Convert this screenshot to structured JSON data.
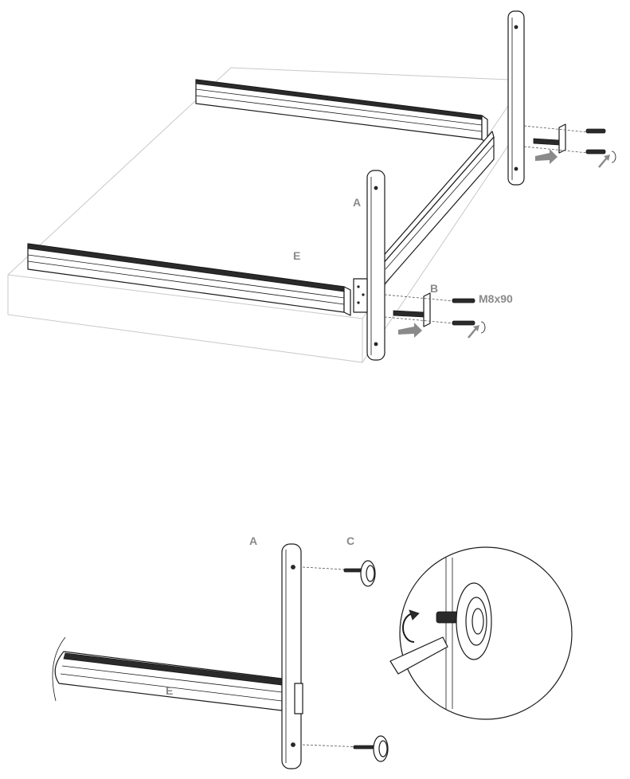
{
  "labels": {
    "upright_top": "A",
    "bracket": "B",
    "bolt_size": "M8x90",
    "rail_top": "E",
    "upright_bottom": "A",
    "foot": "C",
    "rail_bottom": "E"
  },
  "colors": {
    "label": "#8a8a8a",
    "line": "#1a1a1a",
    "ghost_outline": "#c8c8c8"
  },
  "icons": {
    "rotate": "rotate-arrow-icon",
    "push": "push-arrow-icon"
  }
}
